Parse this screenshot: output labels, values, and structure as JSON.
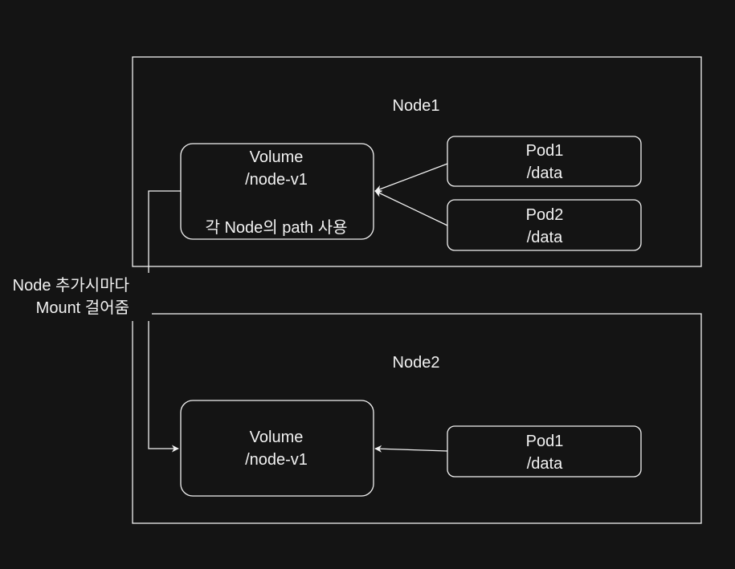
{
  "node1": {
    "label": "Node1",
    "volume": {
      "line1": "Volume",
      "line2": "/node-v1",
      "note": "각 Node의 path 사용"
    },
    "pods": [
      {
        "line1": "Pod1",
        "line2": "/data"
      },
      {
        "line1": "Pod2",
        "line2": "/data"
      }
    ]
  },
  "node2": {
    "label": "Node2",
    "volume": {
      "line1": "Volume",
      "line2": "/node-v1"
    },
    "pods": [
      {
        "line1": "Pod1",
        "line2": "/data"
      }
    ]
  },
  "mount_note": {
    "line1": "Node 추가시마다",
    "line2": "Mount 걸어줌"
  },
  "colors": {
    "background": "#141414",
    "stroke": "#f2f2f2",
    "text": "#f2f2f2"
  }
}
